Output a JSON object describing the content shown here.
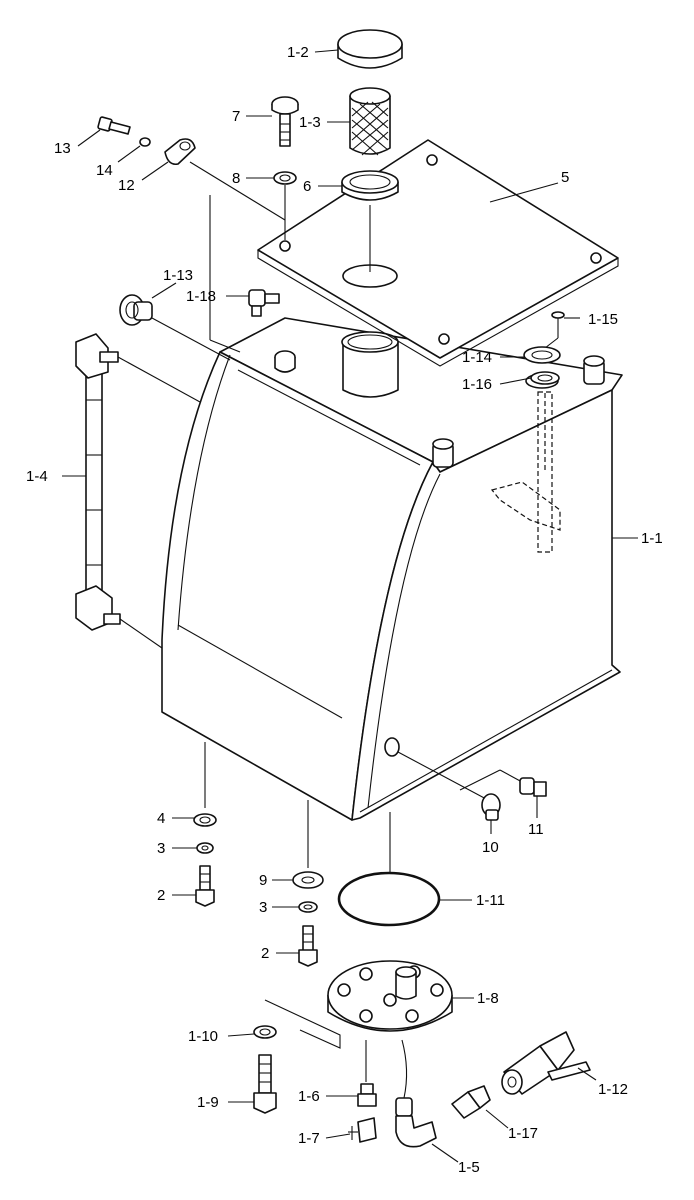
{
  "labels": {
    "p1_1": "1-1",
    "p1_2": "1-2",
    "p1_3": "1-3",
    "p1_4": "1-4",
    "p1_5": "1-5",
    "p1_6": "1-6",
    "p1_7": "1-7",
    "p1_8": "1-8",
    "p1_9": "1-9",
    "p1_10": "1-10",
    "p1_11": "1-11",
    "p1_12": "1-12",
    "p1_13": "1-13",
    "p1_14": "1-14",
    "p1_15": "1-15",
    "p1_16": "1-16",
    "p1_17": "1-17",
    "p1_18": "1-18",
    "p2a": "2",
    "p2b": "2",
    "p3a": "3",
    "p3b": "3",
    "p4": "4",
    "p5": "5",
    "p6": "6",
    "p7": "7",
    "p8": "8",
    "p9": "9",
    "p10": "10",
    "p11": "11",
    "p12": "12",
    "p13": "13",
    "p14": "14"
  }
}
